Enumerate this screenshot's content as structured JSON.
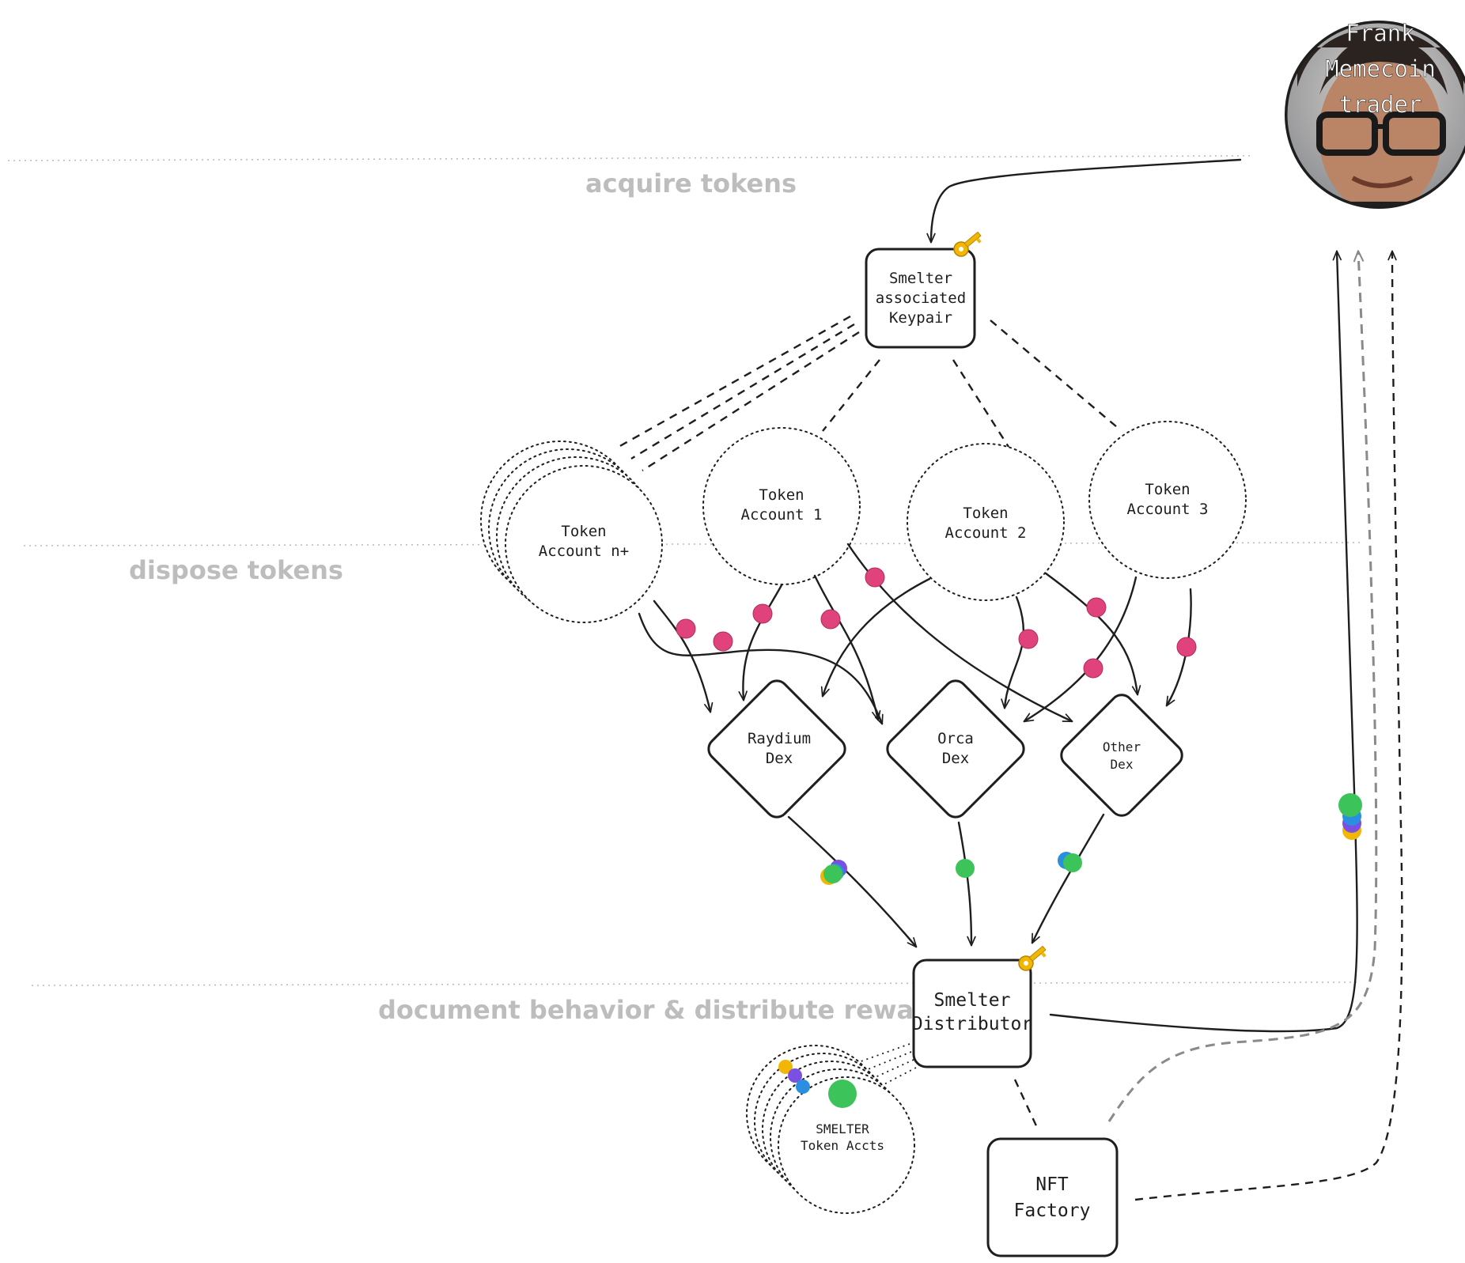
{
  "lanes": {
    "acquire": "acquire tokens",
    "dispose": "dispose tokens",
    "document": "document behavior & distribute reward"
  },
  "avatar": {
    "line1": "Frank",
    "line2": "Memecoin",
    "line3": "trader"
  },
  "keypair": {
    "line1": "Smelter",
    "line2": "associated",
    "line3": "Keypair",
    "icon": "key-icon"
  },
  "token_accounts": [
    {
      "line1": "Token",
      "line2": "Account n+"
    },
    {
      "line1": "Token",
      "line2": "Account 1"
    },
    {
      "line1": "Token",
      "line2": "Account 2"
    },
    {
      "line1": "Token",
      "line2": "Account 3"
    }
  ],
  "dexes": [
    {
      "line1": "Raydium",
      "line2": "Dex"
    },
    {
      "line1": "Orca",
      "line2": "Dex"
    },
    {
      "line1": "Other",
      "line2": "Dex"
    }
  ],
  "distributor": {
    "line1": "Smelter",
    "line2": "Distributor",
    "icon": "key-icon"
  },
  "smelter_accts": {
    "line1": "SMELTER",
    "line2": "Token Accts"
  },
  "nft_factory": {
    "line1": "NFT",
    "line2": "Factory"
  },
  "colors": {
    "token_dot": "#e0437c",
    "reward_green": "#3cc45a",
    "reward_blue": "#2a8fe0",
    "reward_purple": "#7b4fe0",
    "reward_yellow": "#f2b705",
    "lane_text": "#bdbdbd"
  }
}
